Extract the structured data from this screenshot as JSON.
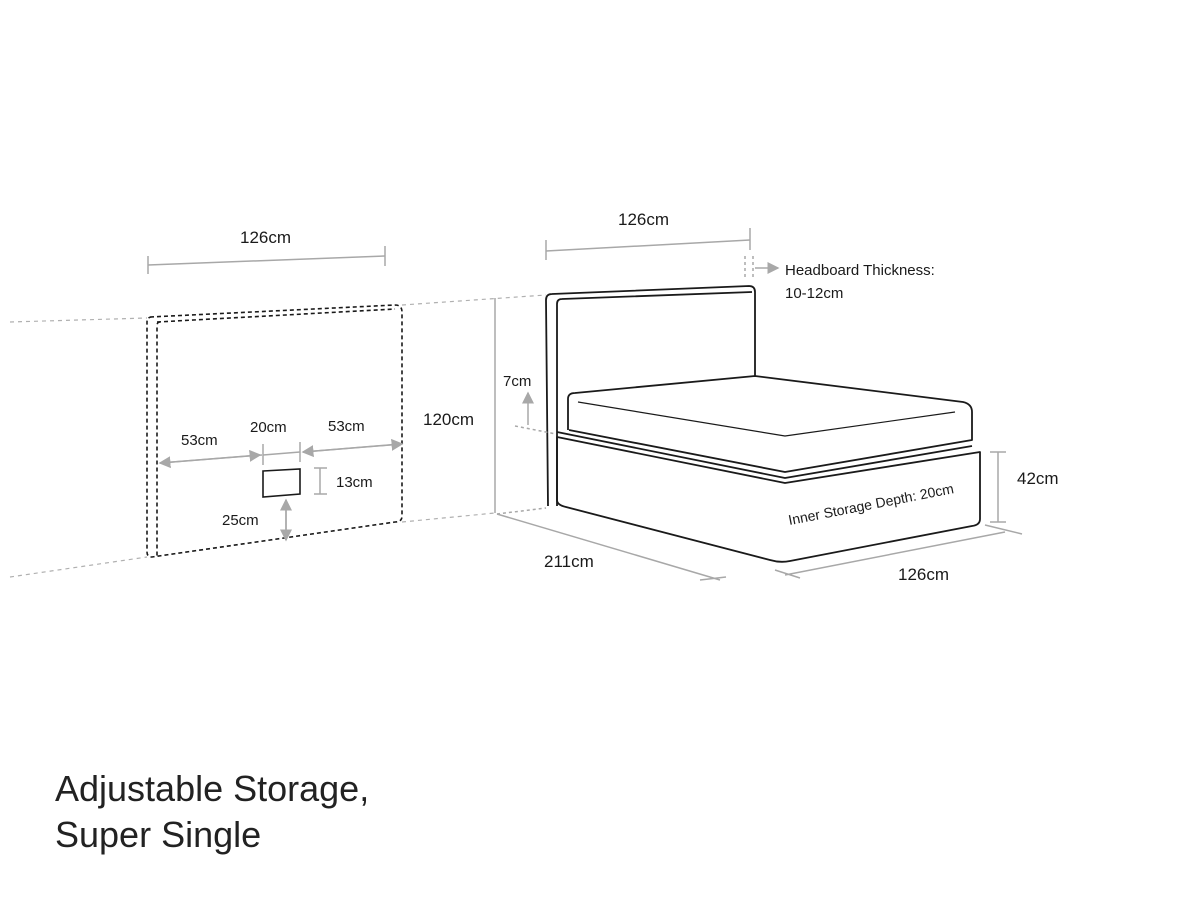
{
  "title": {
    "line1": "Adjustable Storage,",
    "line2": "Super Single"
  },
  "wall_view": {
    "width": "126cm",
    "height": "120cm",
    "left_offset": "53cm",
    "socket_width": "20cm",
    "right_offset": "53cm",
    "socket_height": "13cm",
    "socket_from_bottom": "25cm"
  },
  "bed_view": {
    "headboard_width": "126cm",
    "headboard_thickness_label": "Headboard Thickness:",
    "headboard_thickness_value": "10-12cm",
    "headboard_gap": "7cm",
    "base_height": "42cm",
    "inner_storage": "Inner Storage Depth: 20cm",
    "length": "211cm",
    "width": "126cm"
  },
  "colors": {
    "line": "#1a1a1a",
    "dimension": "#a8a8a8"
  }
}
